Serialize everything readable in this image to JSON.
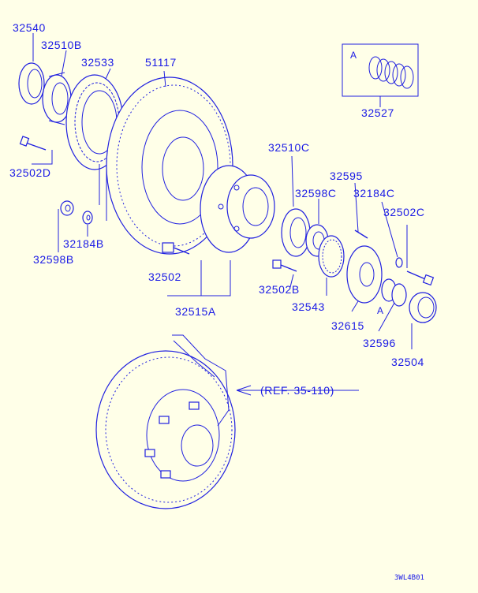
{
  "diagram": {
    "part_labels": {
      "p32540": "32540",
      "p32510B": "32510B",
      "p32533": "32533",
      "p51117": "51117",
      "p32527": "32527",
      "p32502D": "32502D",
      "p32510C": "32510C",
      "p32595": "32595",
      "p32598C": "32598C",
      "p32184C": "32184C",
      "p32502C": "32502C",
      "p32184B": "32184B",
      "p32598B": "32598B",
      "p32502": "32502",
      "p32502B": "32502B",
      "p32543": "32543",
      "p32515A": "32515A",
      "p32615": "32615",
      "p32596": "32596",
      "p32504": "32504"
    },
    "kit_marker": "A",
    "kit_marker_2": "A",
    "reference": "(REF. 35-110)",
    "drawing_code": "3WL4B01"
  },
  "colors": {
    "background": "#ffffe8",
    "ink": "#2020e0"
  }
}
